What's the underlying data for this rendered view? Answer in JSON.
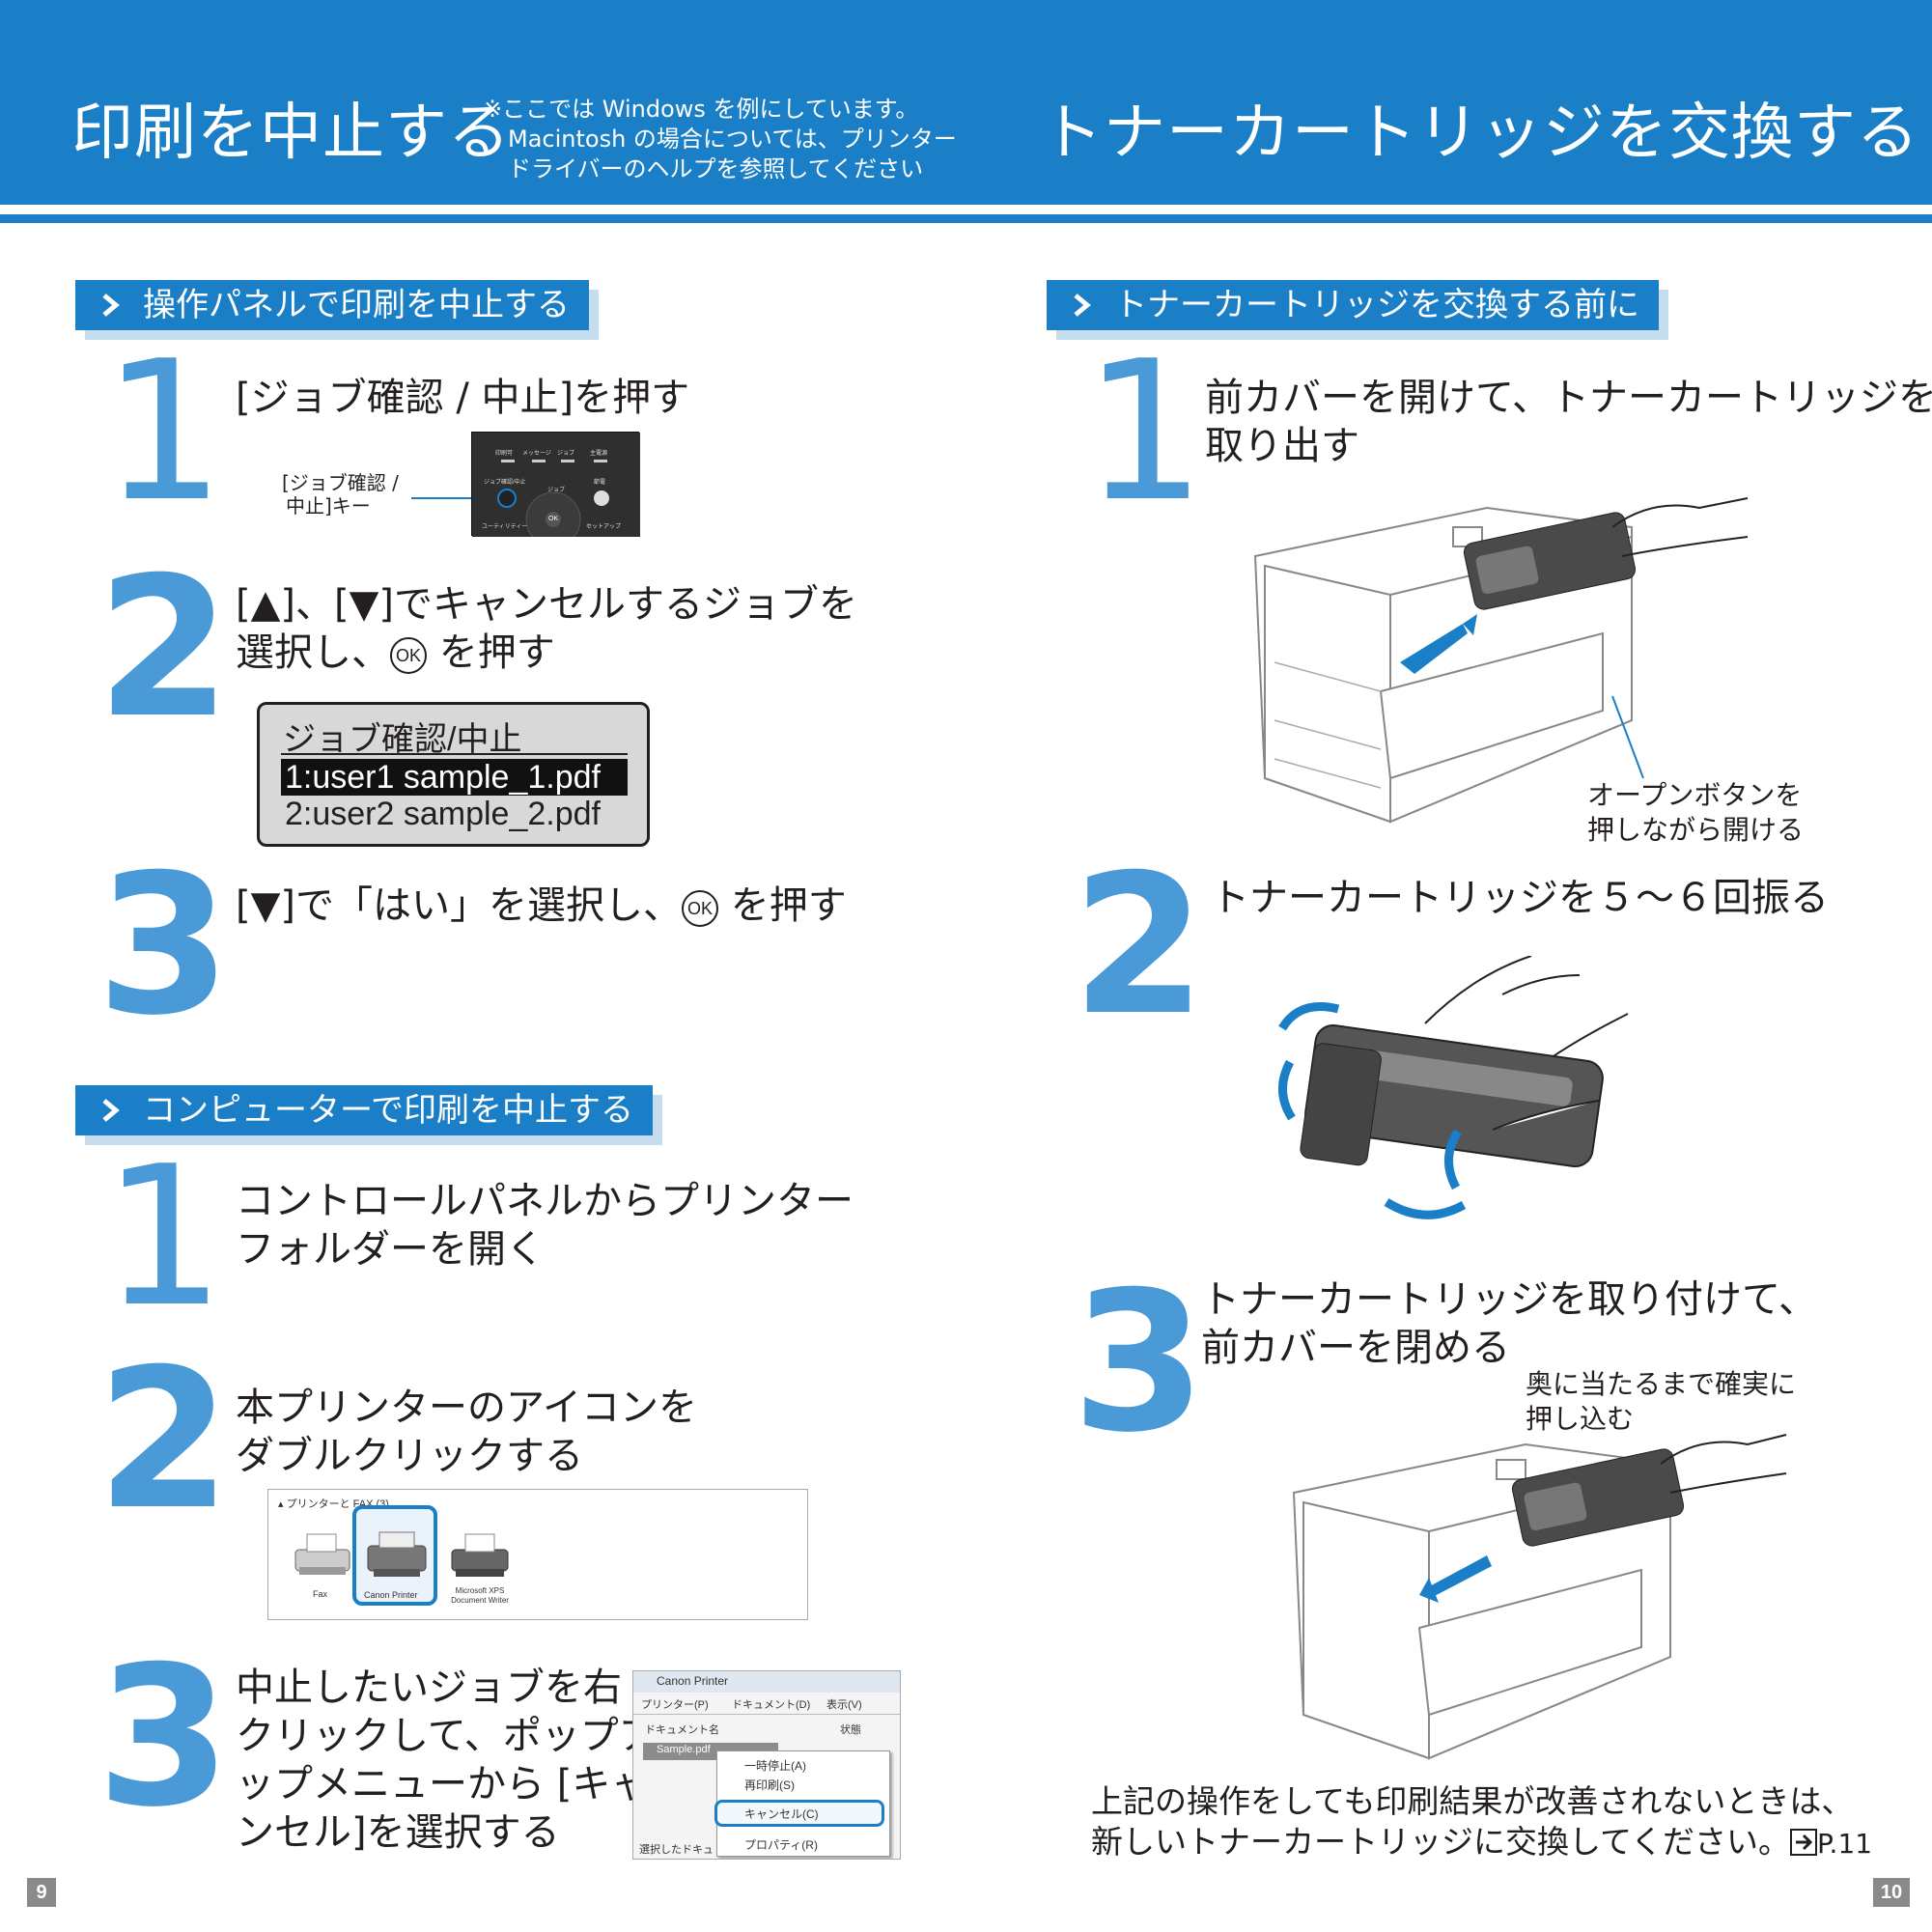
{
  "header": {
    "left_title": "印刷を中止する",
    "note_line1": "※ここでは Windows を例にしています。",
    "note_line2": "Macintosh の場合については、プリンター",
    "note_line3": "ドライバーのヘルプを参照してください",
    "right_title": "トナーカートリッジを交換する"
  },
  "left": {
    "section1": {
      "title": "操作パネルで印刷を中止する",
      "step1": {
        "num": "1",
        "text": "[ジョブ確認 / 中止]を押す",
        "callout_line1": "[ジョブ確認 /",
        "callout_line2": "中止]キー",
        "panel_labels": [
          "印刷可",
          "メッセージ",
          "ジョブ",
          "主電源",
          "ジョブ確認/中止",
          "ジョブ",
          "節電",
          "ユーティリティー",
          "OK",
          "セットアップ"
        ]
      },
      "step2": {
        "num": "2",
        "line1": "[▲]、[▼]でキャンセルするジョブを",
        "line2_pre": "選択し、",
        "ok": "OK",
        "line2_post": "を押す",
        "lcd_title": "ジョブ確認/中止",
        "lcd_row1": "1:user1 sample_1.pdf",
        "lcd_row2": "2:user2 sample_2.pdf"
      },
      "step3": {
        "num": "3",
        "pre": "[▼]で「はい」を選択し、",
        "ok": "OK",
        "post": "を押す"
      }
    },
    "section2": {
      "title": "コンピューターで印刷を中止する",
      "step1": {
        "num": "1",
        "line1": "コントロールパネルからプリンター",
        "line2": "フォルダーを開く"
      },
      "step2": {
        "num": "2",
        "line1": "本プリンターのアイコンを",
        "line2": "ダブルクリックする",
        "shot_header": "▴ プリンターと FAX (3)",
        "icons": [
          "Fax",
          "Canon Printer",
          "Microsoft XPS Document Writer"
        ]
      },
      "step3": {
        "num": "3",
        "line1": "中止したいジョブを右",
        "line2": "クリックして、ポップア",
        "line3": "ップメニューから [キャ",
        "line4": "ンセル]を選択する",
        "window_title": "Canon Printer",
        "menubar": [
          "プリンター(P)",
          "ドキュメント(D)",
          "表示(V)"
        ],
        "col_doc": "ドキュメント名",
        "col_status": "状態",
        "row_doc": "Sample.pdf",
        "status_bar": "選択したドキュ",
        "menu_items": [
          "一時停止(A)",
          "再印刷(S)",
          "キャンセル(C)",
          "プロパティ(R)"
        ]
      }
    },
    "page_number": "9"
  },
  "right": {
    "section1": {
      "title": "トナーカートリッジを交換する前に",
      "step1": {
        "num": "1",
        "line1": "前カバーを開けて、トナーカートリッジを",
        "line2": "取り出す",
        "callout_line1": "オープンボタンを",
        "callout_line2": "押しながら開ける"
      },
      "step2": {
        "num": "2",
        "text": "トナーカートリッジを５～６回振る"
      },
      "step3": {
        "num": "3",
        "line1": "トナーカートリッジを取り付けて、",
        "line2": "前カバーを閉める",
        "callout_line1": "奥に当たるまで確実に",
        "callout_line2": "押し込む"
      }
    },
    "bottom_note_line1": "上記の操作をしても印刷結果が改善されないときは、",
    "bottom_note_line2": "新しいトナーカートリッジに交換してください。",
    "page_ref": "P.11",
    "page_number": "10"
  }
}
